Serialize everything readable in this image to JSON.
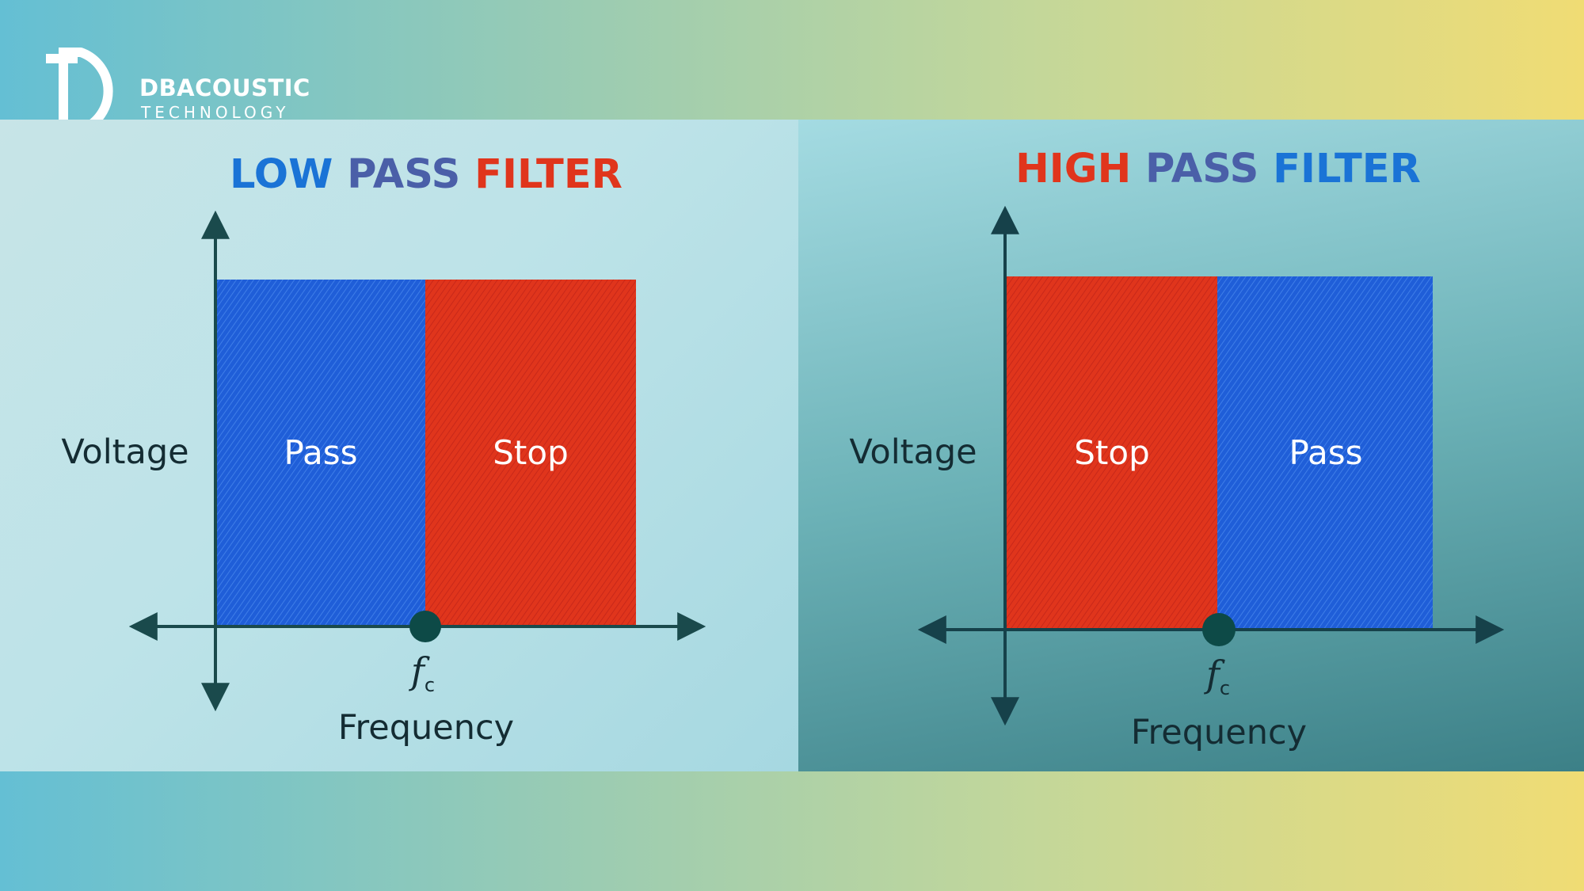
{
  "brand": {
    "name": "DBACOUSTIC",
    "subtitle": "TECHNOLOGY"
  },
  "colors": {
    "pass_band": "#1f5ed8",
    "stop_band": "#e0351c",
    "axis": "#1a4a4c",
    "title_blue": "#1a73d6",
    "title_red": "#e0351c"
  },
  "low_pass": {
    "title_words": [
      "LOW",
      "PASS",
      "FILTER"
    ],
    "title_word_colors": [
      "#1a73d6",
      "#4a5fa8",
      "#e0351c"
    ],
    "y_label": "Voltage",
    "x_label": "Frequency",
    "cutoff_symbol": "f",
    "cutoff_subscript": "c",
    "left_band": "Pass",
    "right_band": "Stop"
  },
  "high_pass": {
    "title_words": [
      "HIGH",
      "PASS",
      "FILTER"
    ],
    "title_word_colors": [
      "#e0351c",
      "#4a5fa8",
      "#1a73d6"
    ],
    "y_label": "Voltage",
    "x_label": "Frequency",
    "cutoff_symbol": "f",
    "cutoff_subscript": "c",
    "left_band": "Stop",
    "right_band": "Pass"
  }
}
